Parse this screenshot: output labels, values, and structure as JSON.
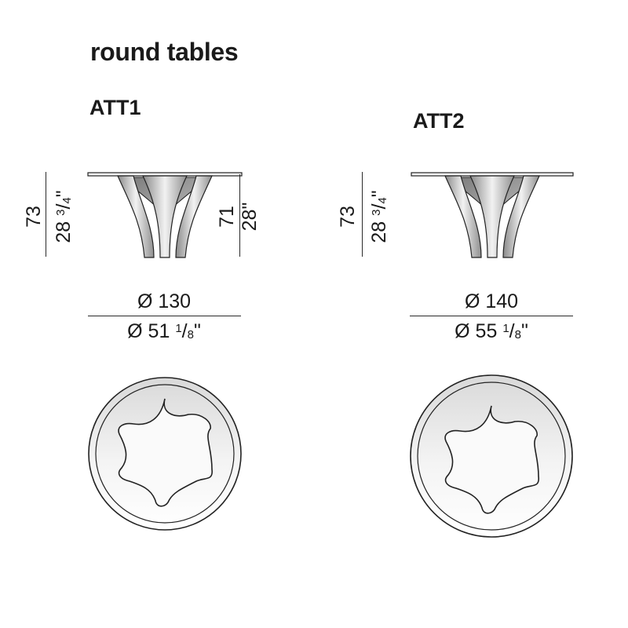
{
  "title": "round tables",
  "models": [
    {
      "name": "ATT1",
      "height_cm": "73",
      "height_in_whole": "28",
      "height_in_num": "3",
      "height_in_den": "4",
      "height_in_mark": "\"",
      "inner_height_cm": "71",
      "inner_height_in": "28\"",
      "diameter_cm": "Ø 130",
      "diameter_in_whole": "Ø 51",
      "diameter_in_num": "1",
      "diameter_in_den": "8",
      "diameter_in_mark": "\""
    },
    {
      "name": "ATT2",
      "height_cm": "73",
      "height_in_whole": "28",
      "height_in_num": "3",
      "height_in_den": "4",
      "height_in_mark": "\"",
      "diameter_cm": "Ø 140",
      "diameter_in_whole": "Ø 55",
      "diameter_in_num": "1",
      "diameter_in_den": "8",
      "diameter_in_mark": "\""
    }
  ]
}
